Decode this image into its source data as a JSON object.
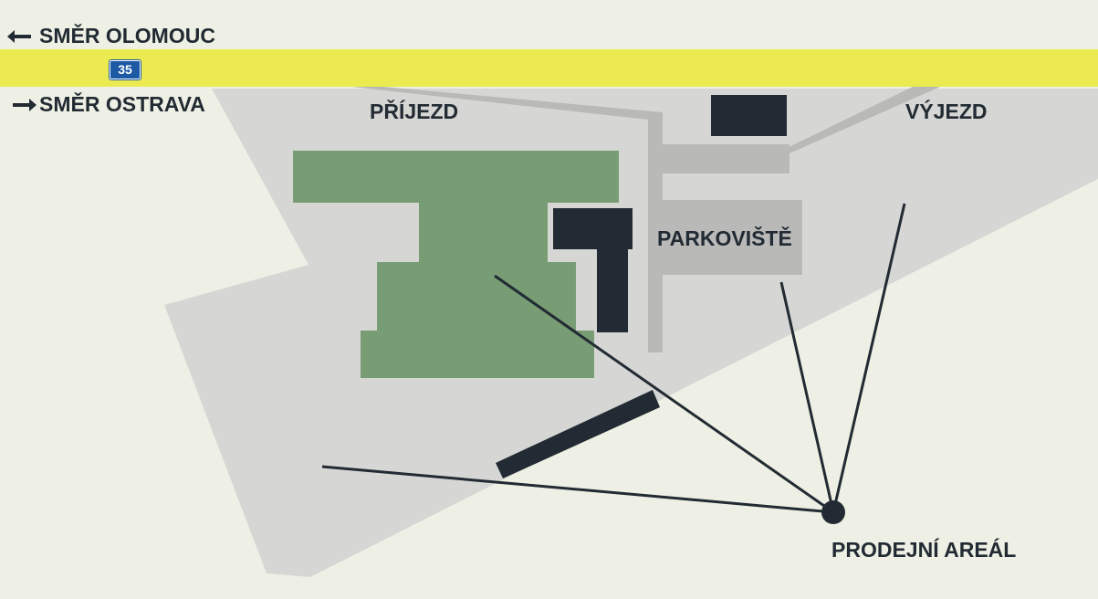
{
  "map": {
    "directions": {
      "olomouc": {
        "label": "SMĚR OLOMOUC",
        "arrow": "arrow-left-icon"
      },
      "ostrava": {
        "label": "SMĚR OSTRAVA",
        "arrow": "arrow-right-icon"
      }
    },
    "road_number": "35",
    "labels": {
      "entry": "PŘÍJEZD",
      "exit": "VÝJEZD",
      "parking": "PARKOVIŠTĚ",
      "sales_area": "PRODEJNÍ AREÁL"
    },
    "colors": {
      "background": "#eff0e5",
      "road": "#ebea50",
      "lot": "#d6d6d4",
      "access_road": "#b9b9b8",
      "green_area": "#789d75",
      "building": "#222b33",
      "badge": "#1d5aa3"
    }
  }
}
